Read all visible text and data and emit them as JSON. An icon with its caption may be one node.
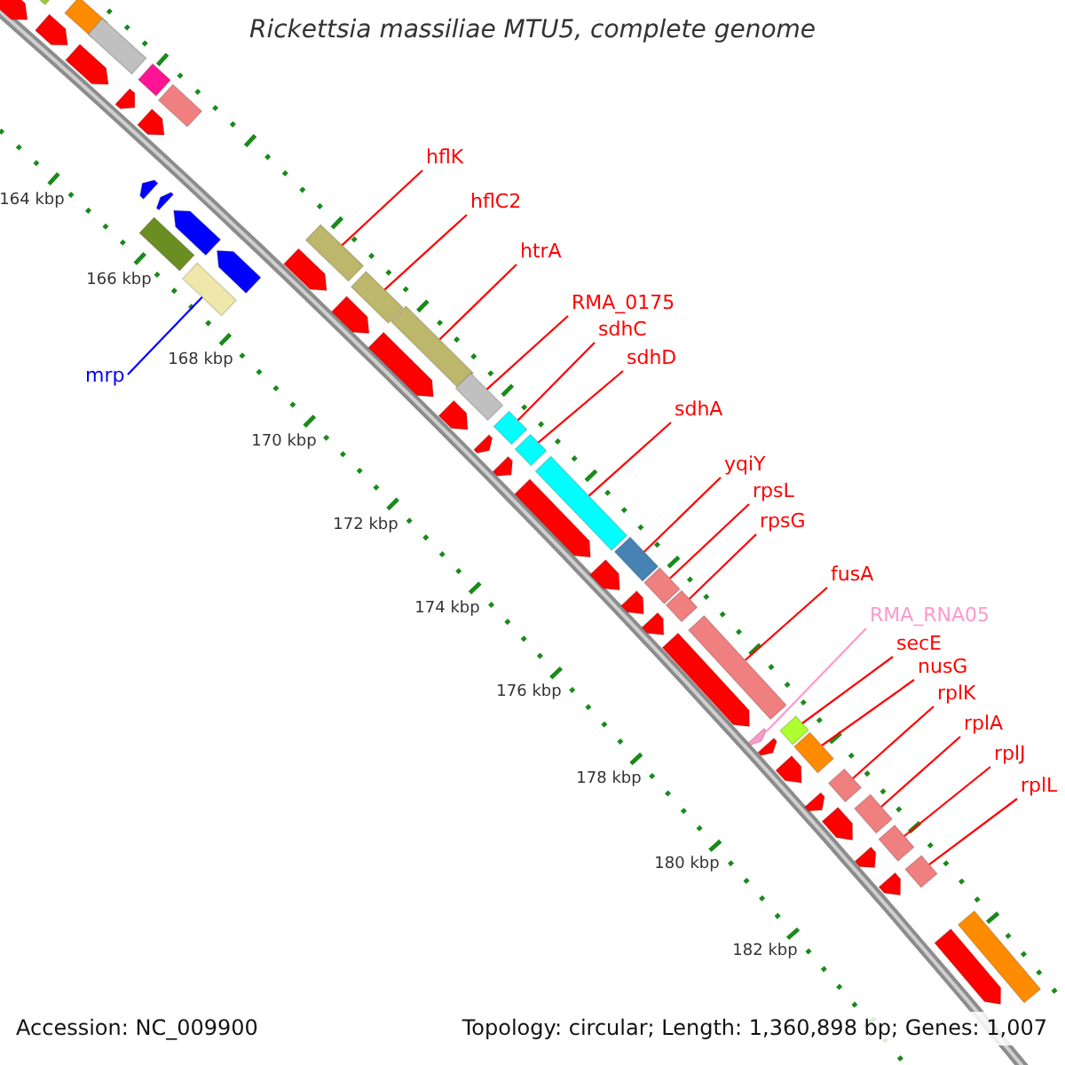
{
  "diagram": {
    "title": "Rickettsia massiliae MTU5, complete genome",
    "nodes": [
      {
        "text": [
          "hflK"
        ]
      },
      {
        "text": [
          "hflC2"
        ]
      },
      {
        "text": [
          "htrA"
        ]
      },
      {
        "text": [
          "RMA_0175"
        ]
      },
      {
        "text": [
          "sdhC"
        ]
      },
      {
        "text": [
          "sdhD"
        ]
      },
      {
        "text": [
          "mrp"
        ]
      },
      {
        "text": [
          "sdhA"
        ]
      },
      {
        "text": [
          "yqiY"
        ]
      },
      {
        "text": [
          "rpsL"
        ]
      },
      {
        "text": [
          "rpsG"
        ]
      },
      {
        "text": [
          "fusA"
        ]
      },
      {
        "text": [
          "RMA_RNA05"
        ]
      },
      {
        "text": [
          "secE"
        ]
      },
      {
        "text": [
          "nusG"
        ]
      },
      {
        "text": [
          "rplK"
        ]
      },
      {
        "text": [
          "rplA"
        ]
      },
      {
        "text": [
          "rplJ"
        ]
      },
      {
        "text": [
          "rplL"
        ]
      },
      {
        "text": [],
        "shape": "bar"
      },
      {
        "text": [],
        "shape": "bar"
      },
      {
        "text": [],
        "shape": "bar"
      },
      {
        "text": [],
        "shape": "bar"
      },
      {
        "text": [],
        "shape": "bar"
      },
      {
        "text": [],
        "shape": "bar"
      },
      {
        "text": [],
        "shape": "bar"
      },
      {
        "text": [],
        "shape": "bar"
      },
      {
        "text": [],
        "shape": "bar"
      },
      {
        "text": [],
        "shape": "bar"
      },
      {
        "text": [],
        "shape": "bar"
      },
      {
        "text": [],
        "shape": "bar"
      },
      {
        "text": [],
        "shape": "bar"
      },
      {
        "text": [],
        "shape": "arrow"
      },
      {
        "text": [],
        "shape": "bar"
      },
      {
        "text": [],
        "shape": "bar"
      },
      {
        "text": [],
        "shape": "bar"
      },
      {
        "text": [],
        "shape": "bar"
      },
      {
        "text": [],
        "shape": "bar"
      },
      {
        "text": [],
        "shape": "arrow"
      },
      {
        "text": [],
        "shape": "bar"
      },
      {
        "text": [],
        "shape": "bar"
      },
      {
        "text": [],
        "shape": "arrow"
      },
      {
        "text": [],
        "shape": "bar"
      },
      {
        "text": [],
        "shape": "arrow"
      },
      {
        "text": [],
        "shape": "bar"
      },
      {
        "text": [],
        "shape": "bar"
      },
      {
        "text": [],
        "shape": "arrow"
      },
      {
        "text": [],
        "shape": "arrow"
      },
      {
        "text": [],
        "shape": "arrow"
      },
      {
        "text": [],
        "shape": "arrow"
      },
      {
        "text": [],
        "shape": "arrow"
      },
      {
        "text": [],
        "shape": "bar"
      },
      {
        "text": [],
        "shape": "arrow"
      },
      {
        "text": [],
        "shape": "arrow"
      },
      {
        "text": [],
        "shape": "arrow"
      },
      {
        "text": [],
        "shape": "arrow"
      },
      {
        "text": [],
        "shape": "arrow"
      },
      {
        "text": [],
        "shape": "arrow"
      },
      {
        "text": [],
        "shape": "arrow"
      },
      {
        "text": [],
        "shape": "arrow"
      },
      {
        "text": [],
        "shape": "arrow"
      },
      {
        "text": [],
        "shape": "arrow"
      },
      {
        "text": [],
        "shape": "arrow"
      },
      {
        "text": [],
        "shape": "arrow"
      },
      {
        "text": [],
        "shape": "arrow"
      },
      {
        "text": [],
        "shape": "arrow"
      },
      {
        "text": [],
        "shape": "arrow"
      },
      {
        "text": [],
        "shape": "arrow"
      },
      {
        "text": [],
        "shape": "arrow"
      },
      {
        "text": [],
        "shape": "arrow"
      },
      {
        "text": [],
        "shape": "bar"
      },
      {
        "text": [],
        "shape": "arrow"
      }
    ],
    "edges": [
      {
        "from": 0,
        "to": 19,
        "arrow": "none"
      },
      {
        "from": 1,
        "to": 21,
        "arrow": "none"
      },
      {
        "from": 2,
        "to": 22,
        "arrow": "none"
      },
      {
        "from": 3,
        "to": 23,
        "arrow": "none"
      },
      {
        "from": 4,
        "to": 24,
        "arrow": "none"
      },
      {
        "from": 5,
        "to": 25,
        "arrow": "none"
      },
      {
        "from": 6,
        "to": 20,
        "arrow": "none",
        "color": "#0000ff"
      },
      {
        "from": 7,
        "to": 26,
        "arrow": "none"
      },
      {
        "from": 8,
        "to": 27,
        "arrow": "none"
      },
      {
        "from": 9,
        "to": 28,
        "arrow": "none"
      },
      {
        "from": 10,
        "to": 29,
        "arrow": "none"
      },
      {
        "from": 11,
        "to": 30,
        "arrow": "none"
      },
      {
        "from": 12,
        "to": 32,
        "arrow": "none",
        "color": "#ff99cc"
      },
      {
        "from": 13,
        "to": 31,
        "arrow": "none"
      },
      {
        "from": 14,
        "to": 33,
        "arrow": "none"
      },
      {
        "from": 15,
        "to": 34,
        "arrow": "none"
      },
      {
        "from": 16,
        "to": 35,
        "arrow": "none"
      },
      {
        "from": 17,
        "to": 36,
        "arrow": "none"
      },
      {
        "from": 18,
        "to": 37,
        "arrow": "none"
      }
    ],
    "labels": [
      "164 kbp",
      "166 kbp",
      "168 kbp",
      "170 kbp",
      "172 kbp",
      "174 kbp",
      "176 kbp",
      "178 kbp",
      "180 kbp",
      "182 kbp",
      "Accession: NC_009900",
      "Topology: circular; Length: 1,360,898 bp; Genes: 1,007"
    ]
  }
}
